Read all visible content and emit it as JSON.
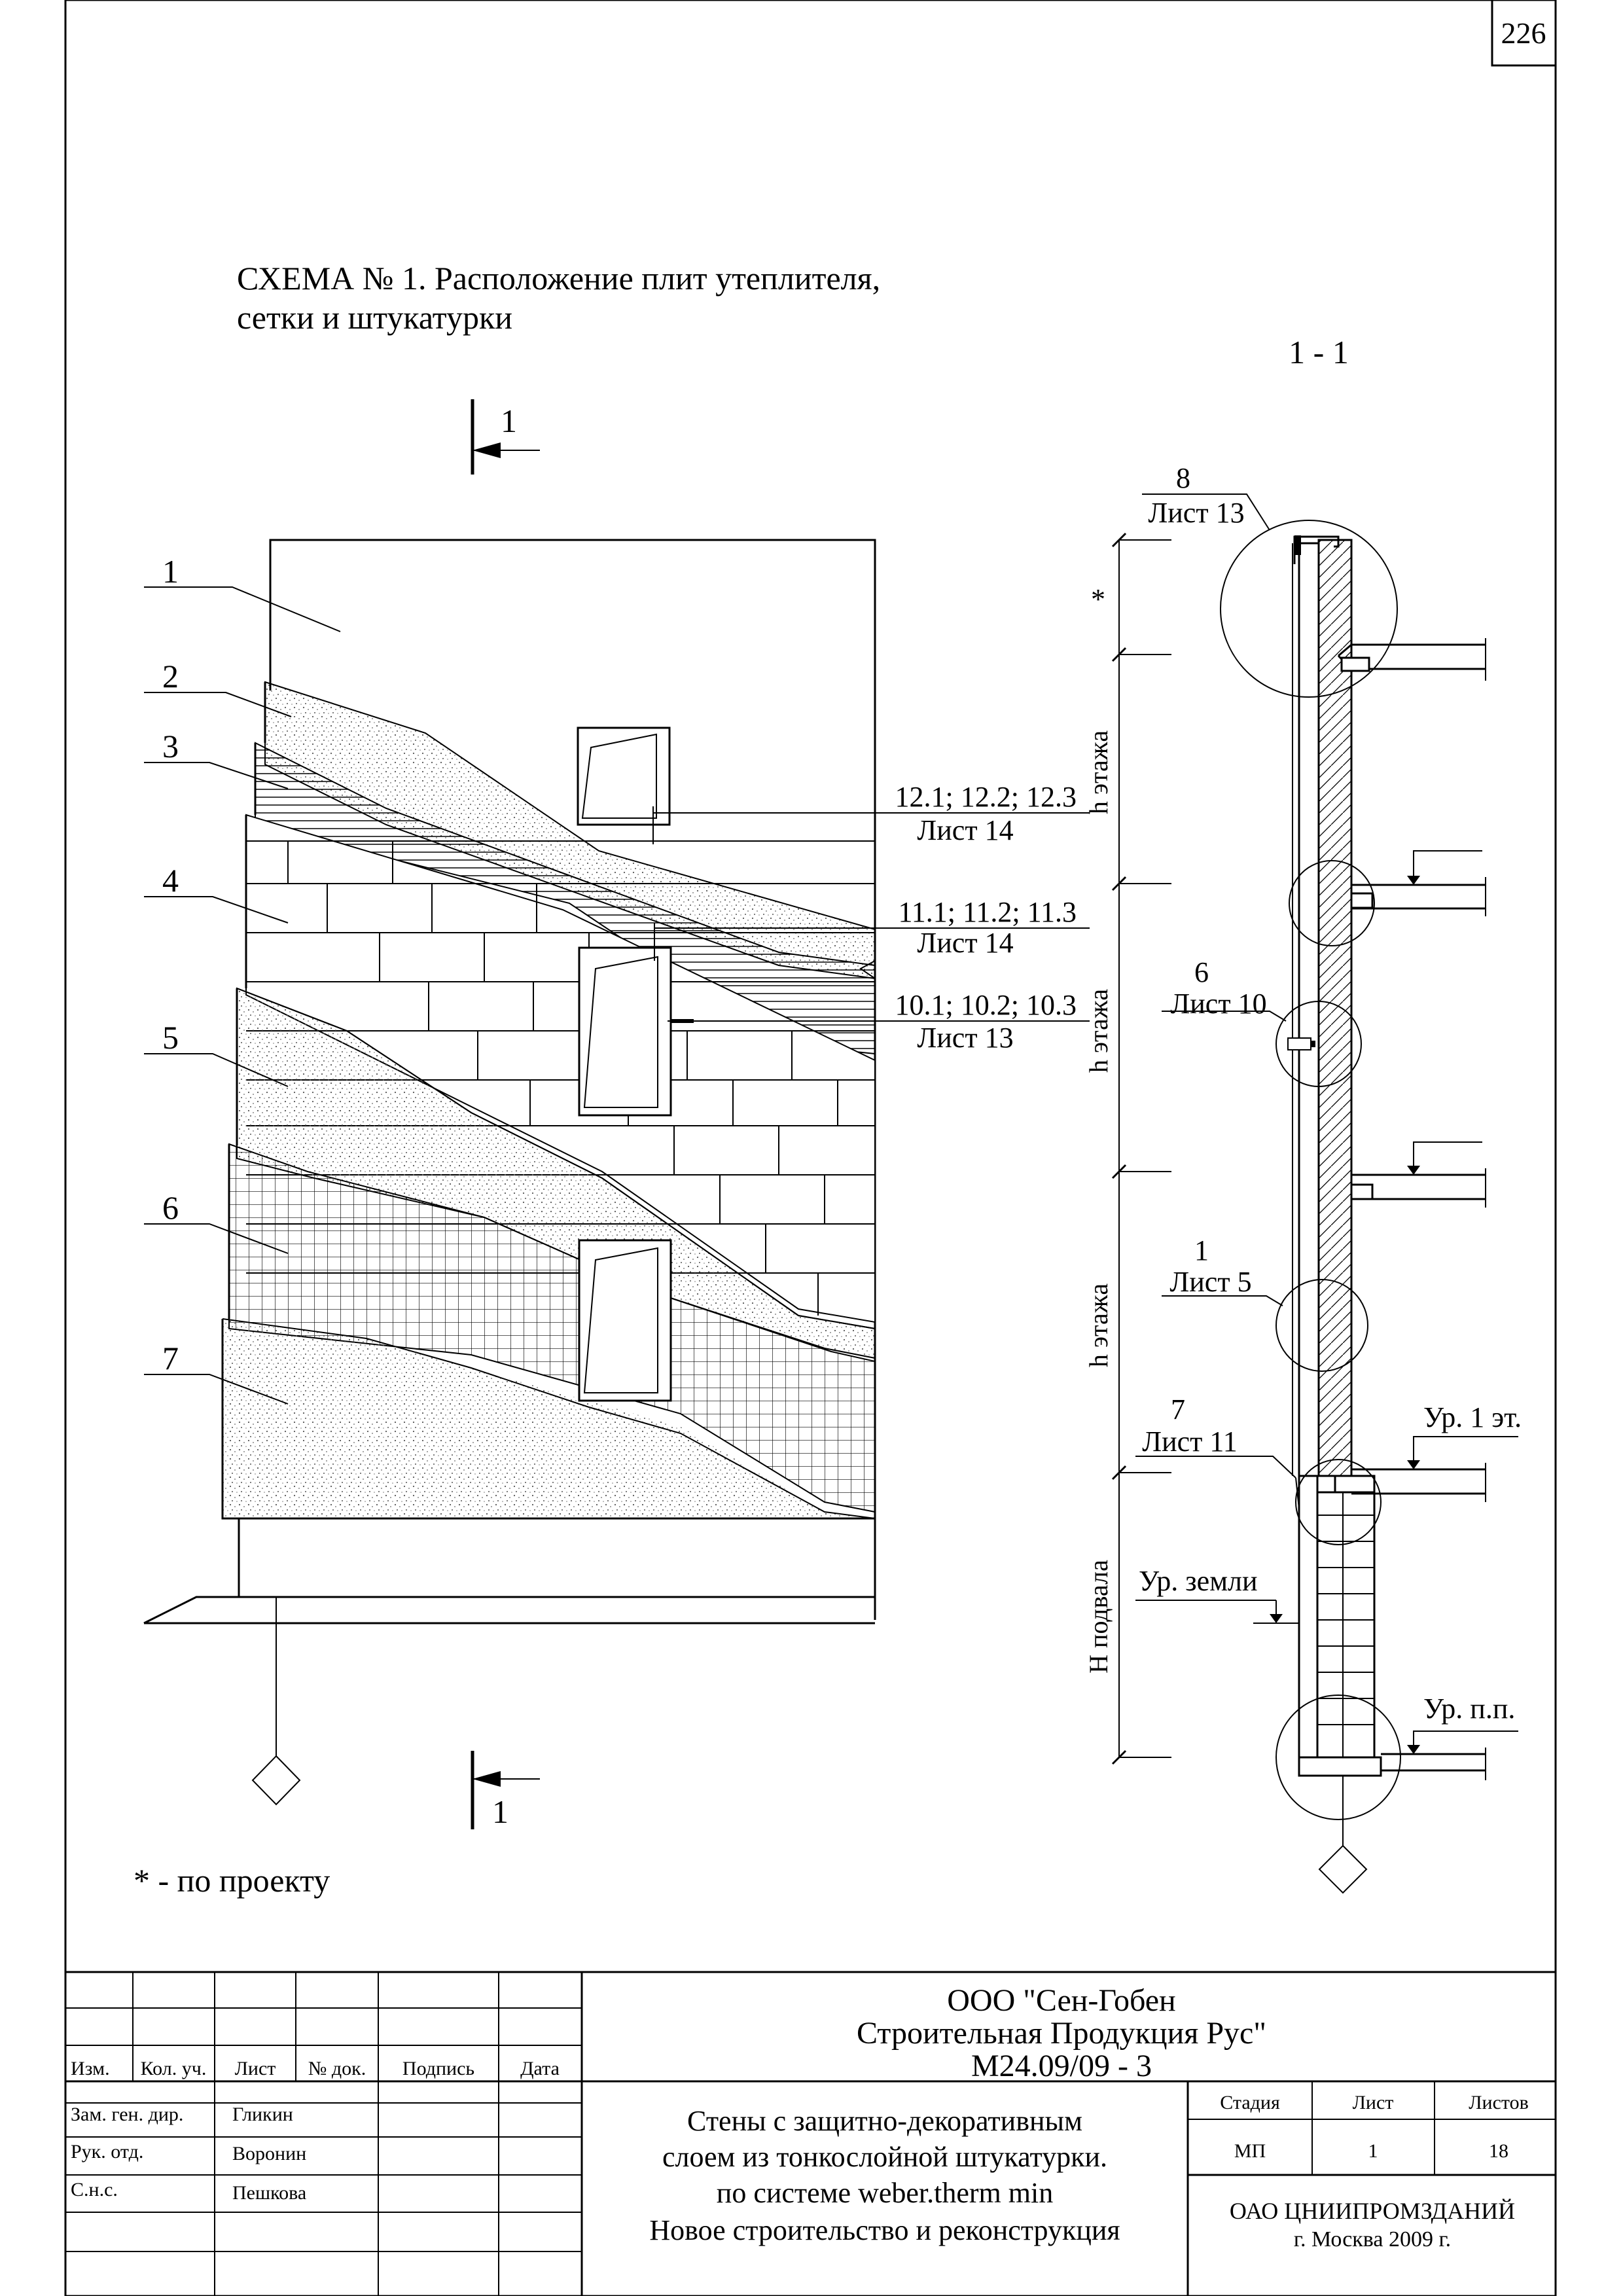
{
  "page_number": "226",
  "scheme_title_line1": "СХЕМА № 1. Расположение плит утеплителя,",
  "scheme_title_line2": "сетки и штукатурки",
  "section_label": "1 - 1",
  "cut_marker_label": "1",
  "layer_labels": [
    "1",
    "2",
    "3",
    "4",
    "5",
    "6",
    "7"
  ],
  "callouts": {
    "c12": {
      "ref": "12.1; 12.2; 12.3",
      "sheet": "Лист 14"
    },
    "c11": {
      "ref": "11.1; 11.2; 11.3",
      "sheet": "Лист 14"
    },
    "c10": {
      "ref": "10.1; 10.2; 10.3",
      "sheet": "Лист 13"
    }
  },
  "section_callouts": {
    "s8": {
      "num": "8",
      "sheet": "Лист 13"
    },
    "s6": {
      "num": "6",
      "sheet": "Лист 10"
    },
    "s1": {
      "num": "1",
      "sheet": "Лист 5"
    },
    "s7": {
      "num": "7",
      "sheet": "Лист 11"
    }
  },
  "dimensions": {
    "star": "*",
    "floor1": "h этажа",
    "floor2": "h этажа",
    "floor3": "h этажа",
    "basement": "H подвала"
  },
  "levels": {
    "first_floor": "Ур. 1 эт.",
    "ground": "Ур. земли",
    "floor_base": "Ур. п.п."
  },
  "footnote": "* - по проекту",
  "stamp": {
    "headers": {
      "izm": "Изм.",
      "kol": "Кол. уч.",
      "list": "Лист",
      "doc": "№ док.",
      "sign": "Подпись",
      "date": "Дата"
    },
    "roles": [
      {
        "role": "Зам. ген. дир.",
        "name": "Гликин"
      },
      {
        "role": "Рук. отд.",
        "name": "Воронин"
      },
      {
        "role": "С.н.с.",
        "name": "Пешкова"
      }
    ],
    "org_line1": "ООО \"Сен-Гобен",
    "org_line2": "Строительная Продукция Рус\"",
    "code": "М24.09/09 - 3",
    "title_line1": "Стены с защитно-декоративным",
    "title_line2": "слоем из тонкослойной штукатурки.",
    "title_line3": "по системе weber.therm min",
    "title_line4": "Новое строительство и реконструкция",
    "stage_header": "Стадия",
    "sheet_header": "Лист",
    "sheets_header": "Листов",
    "stage": "МП",
    "sheet": "1",
    "sheets": "18",
    "author_line1": "ОАО ЦНИИПРОМЗДАНИЙ",
    "author_line2": "г. Москва 2009 г."
  }
}
